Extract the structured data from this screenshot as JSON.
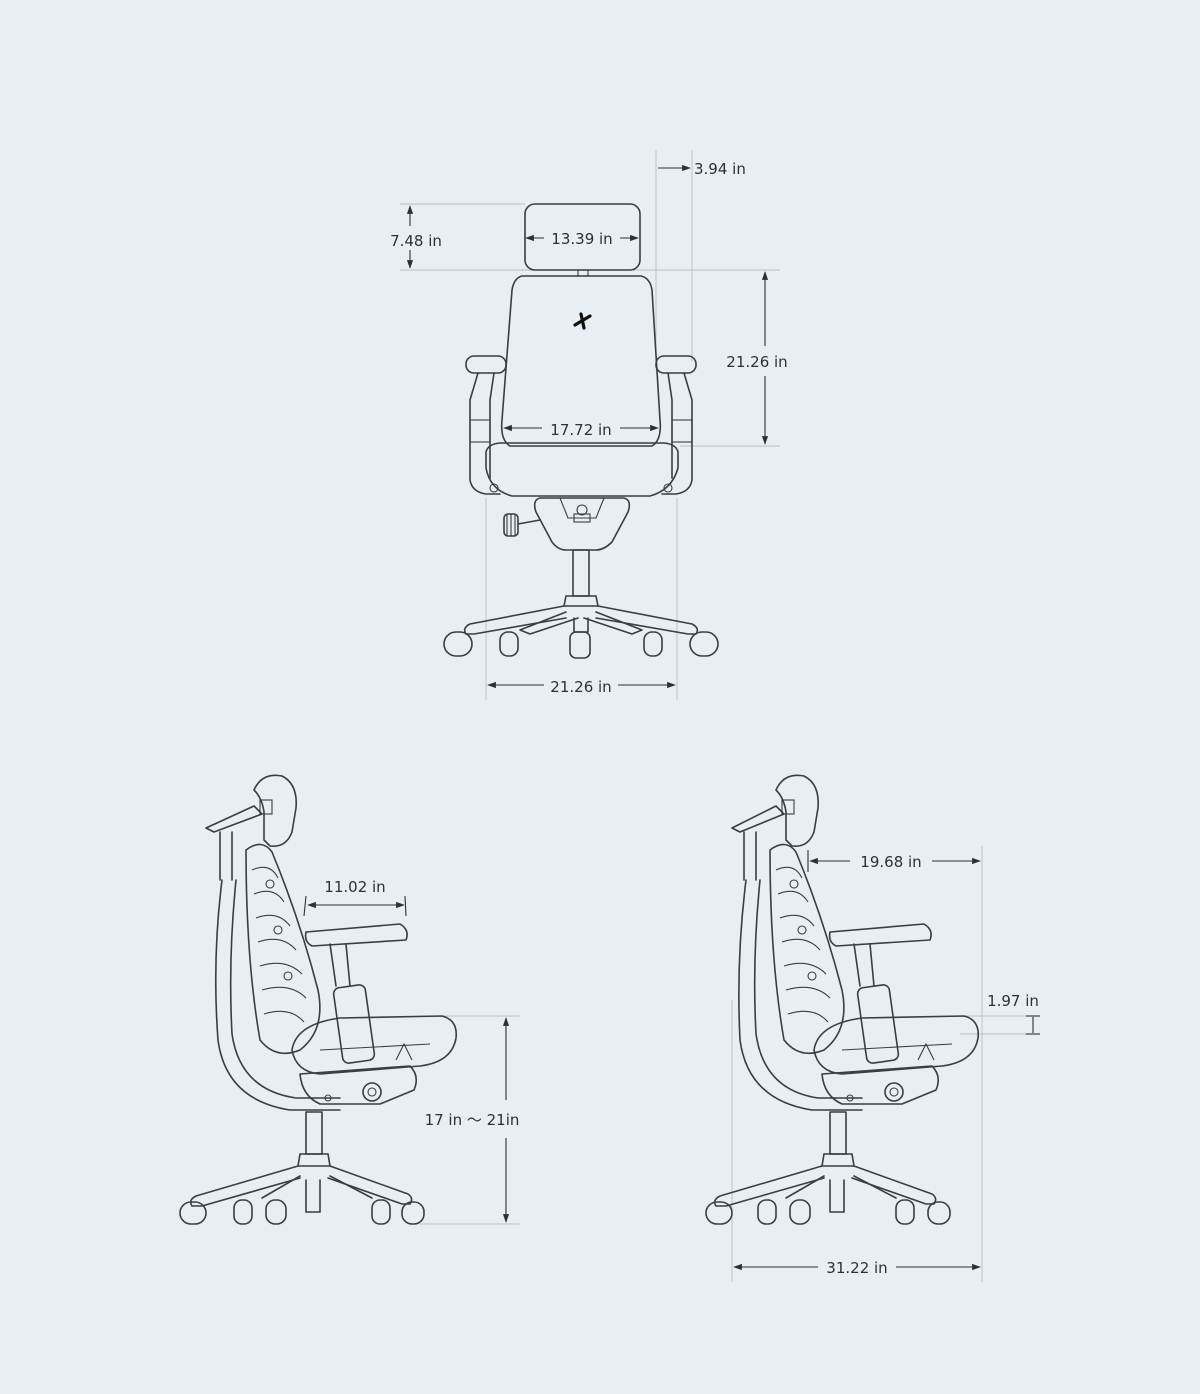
{
  "colors": {
    "background": "#e9edf4",
    "line": "#3a3d44",
    "reference_line": "#b9bec8"
  },
  "front_view": {
    "headrest_width": "13.39 in",
    "headrest_height": "7.48 in",
    "headrest_offset": "3.94 in",
    "backrest_height": "21.26 in",
    "seat_width": "17.72 in",
    "base_width": "21.26 in"
  },
  "side_view_left": {
    "armrest_depth": "11.02 in",
    "seat_height_range": "17 in ～ 21in"
  },
  "side_view_right": {
    "seat_to_back_depth": "19.68 in",
    "seat_depth_adjust": "1.97 in",
    "overall_depth": "31.22 in"
  }
}
